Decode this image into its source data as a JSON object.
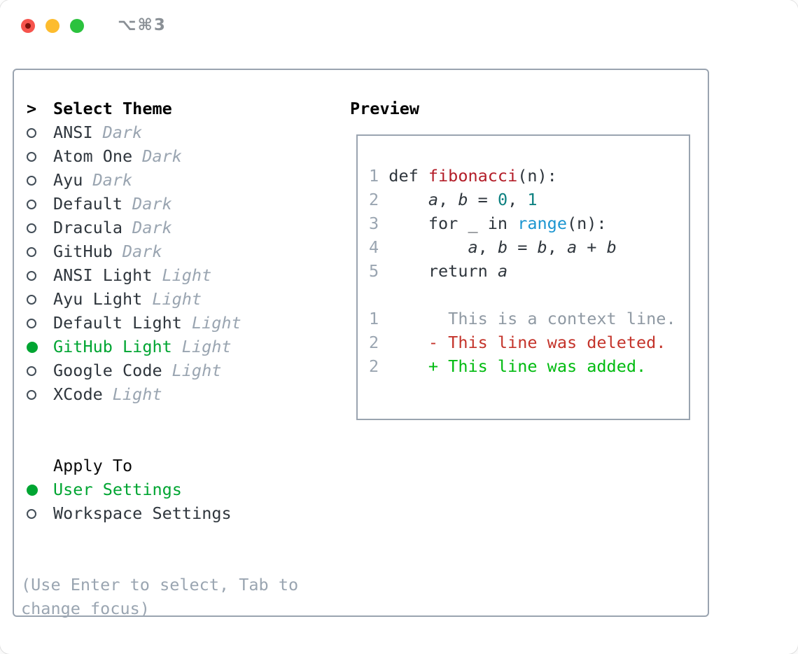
{
  "window": {
    "title": "⌥⌘3"
  },
  "select_theme": {
    "marker": ">",
    "label": "Select Theme"
  },
  "themes": [
    {
      "name": "ANSI",
      "tag": "Dark",
      "selected": false
    },
    {
      "name": "Atom One",
      "tag": "Dark",
      "selected": false
    },
    {
      "name": "Ayu",
      "tag": "Dark",
      "selected": false
    },
    {
      "name": "Default",
      "tag": "Dark",
      "selected": false
    },
    {
      "name": "Dracula",
      "tag": "Dark",
      "selected": false
    },
    {
      "name": "GitHub",
      "tag": "Dark",
      "selected": false
    },
    {
      "name": "ANSI Light",
      "tag": "Light",
      "selected": false
    },
    {
      "name": "Ayu Light",
      "tag": "Light",
      "selected": false
    },
    {
      "name": "Default Light",
      "tag": "Light",
      "selected": false
    },
    {
      "name": "GitHub Light",
      "tag": "Light",
      "selected": true
    },
    {
      "name": "Google Code",
      "tag": "Light",
      "selected": false
    },
    {
      "name": "XCode",
      "tag": "Light",
      "selected": false
    }
  ],
  "apply_to": {
    "label": "Apply To",
    "options": [
      {
        "name": "User Settings",
        "selected": true
      },
      {
        "name": "Workspace Settings",
        "selected": false
      }
    ]
  },
  "hint": {
    "line1": "(Use Enter to select, Tab to",
    "line2": "change focus)"
  },
  "preview": {
    "label": "Preview",
    "code_lines": [
      {
        "num": "1",
        "segments": [
          {
            "text": "def ",
            "style": "code"
          },
          {
            "text": "fibonacci",
            "style": "func"
          },
          {
            "text": "(n):",
            "style": "code"
          }
        ]
      },
      {
        "num": "2",
        "segments": [
          {
            "text": "    ",
            "style": "code"
          },
          {
            "text": "a",
            "style": "var"
          },
          {
            "text": ", ",
            "style": "code"
          },
          {
            "text": "b",
            "style": "var"
          },
          {
            "text": " = ",
            "style": "code"
          },
          {
            "text": "0",
            "style": "num"
          },
          {
            "text": ", ",
            "style": "code"
          },
          {
            "text": "1",
            "style": "num"
          }
        ]
      },
      {
        "num": "3",
        "segments": [
          {
            "text": "    for _ in ",
            "style": "code"
          },
          {
            "text": "range",
            "style": "builtin"
          },
          {
            "text": "(n):",
            "style": "code"
          }
        ]
      },
      {
        "num": "4",
        "segments": [
          {
            "text": "        ",
            "style": "code"
          },
          {
            "text": "a",
            "style": "var"
          },
          {
            "text": ", ",
            "style": "code"
          },
          {
            "text": "b",
            "style": "var"
          },
          {
            "text": " = ",
            "style": "code"
          },
          {
            "text": "b",
            "style": "var"
          },
          {
            "text": ", ",
            "style": "code"
          },
          {
            "text": "a",
            "style": "var"
          },
          {
            "text": " + ",
            "style": "code"
          },
          {
            "text": "b",
            "style": "var"
          }
        ]
      },
      {
        "num": "5",
        "segments": [
          {
            "text": "    return ",
            "style": "code"
          },
          {
            "text": "a",
            "style": "var"
          }
        ]
      }
    ],
    "diff_lines": [
      {
        "num": "1",
        "segments": [
          {
            "text": "      This is a context line.",
            "style": "context"
          }
        ]
      },
      {
        "num": "2",
        "segments": [
          {
            "text": "    - This line was deleted.",
            "style": "deleted"
          }
        ]
      },
      {
        "num": "2",
        "segments": [
          {
            "text": "    + This line was added.",
            "style": "added"
          }
        ]
      }
    ]
  },
  "colors": {
    "selected_green": "#00a532",
    "added_green": "#00bb10",
    "deleted_red": "#c4342b",
    "function_red": "#b31d28",
    "number_teal": "#0e8181",
    "builtin_blue": "#1b95d0",
    "text_dark": "#2f363d",
    "dim_gray": "#9aa5b1",
    "context_gray": "#8f99a3",
    "panel_border": "#9aa4b0",
    "traffic_red": "#f6544d",
    "traffic_yellow": "#fdbc2e",
    "traffic_green": "#2bc23e"
  }
}
